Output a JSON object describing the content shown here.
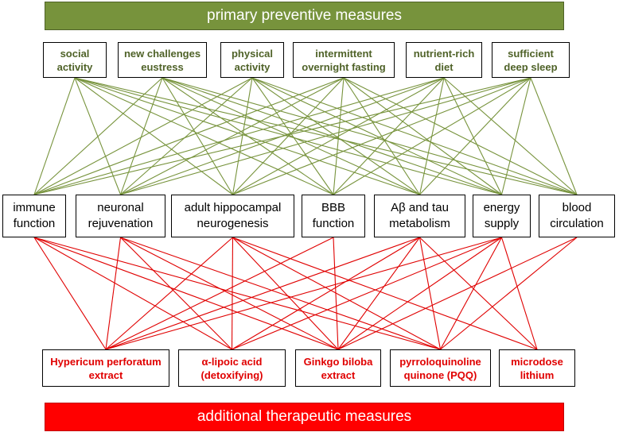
{
  "header": {
    "title": "primary preventive measures"
  },
  "footer": {
    "title": "additional therapeutic measures"
  },
  "preventive": [
    {
      "label": "social\nactivity"
    },
    {
      "label": "new challenges\neustress"
    },
    {
      "label": "physical\nactivity"
    },
    {
      "label": "intermittent\novernight fasting"
    },
    {
      "label": "nutrient-rich\ndiet"
    },
    {
      "label": "sufficient\ndeep sleep"
    }
  ],
  "functions": [
    {
      "label": "immune\nfunction"
    },
    {
      "label": "neuronal\nrejuvenation"
    },
    {
      "label": "adult hippocampal\nneurogenesis"
    },
    {
      "label": "BBB\nfunction"
    },
    {
      "label": "Aβ and tau\nmetabolism"
    },
    {
      "label": "energy\nsupply"
    },
    {
      "label": "blood\ncirculation"
    }
  ],
  "therapeutic": [
    {
      "label": "Hypericum perforatum\nextract"
    },
    {
      "label": "α-lipoic acid\n(detoxifying)"
    },
    {
      "label": "Ginkgo biloba\nextract"
    },
    {
      "label": "pyrroloquinoline\nquinone (PQQ)"
    },
    {
      "label": "microdose\nlithium"
    }
  ],
  "colors": {
    "preventive": "#77933c",
    "therapeutic": "#e00000"
  },
  "links": {
    "preventive_to_function": [
      [
        0,
        0
      ],
      [
        0,
        1
      ],
      [
        0,
        2
      ],
      [
        0,
        3
      ],
      [
        0,
        4
      ],
      [
        0,
        5
      ],
      [
        0,
        6
      ],
      [
        1,
        0
      ],
      [
        1,
        1
      ],
      [
        1,
        2
      ],
      [
        1,
        3
      ],
      [
        1,
        4
      ],
      [
        1,
        5
      ],
      [
        1,
        6
      ],
      [
        2,
        0
      ],
      [
        2,
        1
      ],
      [
        2,
        2
      ],
      [
        2,
        3
      ],
      [
        2,
        4
      ],
      [
        2,
        5
      ],
      [
        2,
        6
      ],
      [
        3,
        0
      ],
      [
        3,
        1
      ],
      [
        3,
        2
      ],
      [
        3,
        3
      ],
      [
        3,
        4
      ],
      [
        3,
        5
      ],
      [
        3,
        6
      ],
      [
        4,
        0
      ],
      [
        4,
        1
      ],
      [
        4,
        2
      ],
      [
        4,
        3
      ],
      [
        4,
        4
      ],
      [
        4,
        5
      ],
      [
        4,
        6
      ],
      [
        5,
        0
      ],
      [
        5,
        1
      ],
      [
        5,
        2
      ],
      [
        5,
        3
      ],
      [
        5,
        4
      ],
      [
        5,
        5
      ],
      [
        5,
        6
      ]
    ],
    "function_to_therapeutic": [
      [
        0,
        0
      ],
      [
        0,
        1
      ],
      [
        0,
        2
      ],
      [
        0,
        3
      ],
      [
        1,
        0
      ],
      [
        1,
        1
      ],
      [
        1,
        2
      ],
      [
        1,
        3
      ],
      [
        2,
        0
      ],
      [
        2,
        1
      ],
      [
        2,
        2
      ],
      [
        2,
        3
      ],
      [
        2,
        4
      ],
      [
        3,
        0
      ],
      [
        3,
        2
      ],
      [
        4,
        0
      ],
      [
        4,
        1
      ],
      [
        4,
        2
      ],
      [
        4,
        3
      ],
      [
        4,
        4
      ],
      [
        5,
        0
      ],
      [
        5,
        1
      ],
      [
        5,
        2
      ],
      [
        5,
        3
      ],
      [
        5,
        4
      ],
      [
        6,
        2
      ],
      [
        6,
        3
      ]
    ]
  }
}
